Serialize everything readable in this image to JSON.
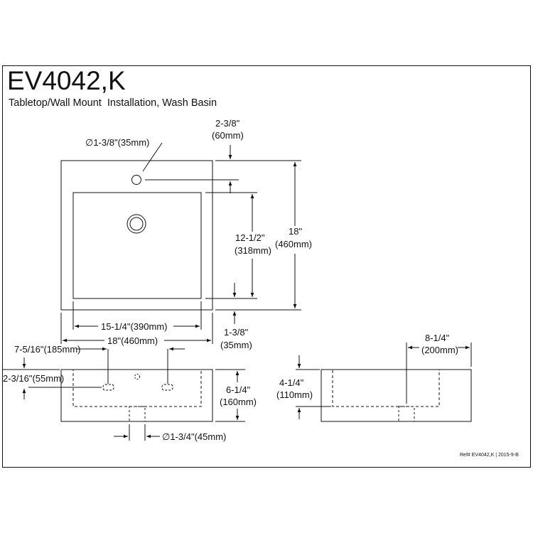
{
  "header": {
    "model": "EV4042,K",
    "subtitle": "Tabletop/Wall Mount  Installation, Wash Basin"
  },
  "top_view": {
    "faucet_hole_diameter": "∅1-3/8\"(35mm)",
    "faucet_offset_in": "2-3/8\"",
    "faucet_offset_mm": "(60mm)",
    "basin_depth_in": "12-1/2\"",
    "basin_depth_mm": "(318mm)",
    "overall_depth_in": "18\"",
    "overall_depth_mm": "(460mm)",
    "basin_width": "15-1/4\"(390mm)",
    "overall_width": "18\"(460mm)",
    "rim_in": "1-3/8\"",
    "rim_mm": "(35mm)"
  },
  "front_view": {
    "overflow_spacing": "7-5/16\"(185mm)",
    "overflow_height": "2-3/16\"(55mm)",
    "height_in": "6-1/4\"",
    "height_mm": "(160mm)",
    "drain_diameter": "∅1-3/4\"(45mm)"
  },
  "side_view": {
    "drain_offset_in": "8-1/4\"",
    "drain_offset_mm": "(200mm)",
    "basin_depth_in": "4-1/4\"",
    "basin_depth_mm": "(110mm)"
  },
  "footer": {
    "reference": "Ref# EV4042,K | 2015-9-B"
  }
}
